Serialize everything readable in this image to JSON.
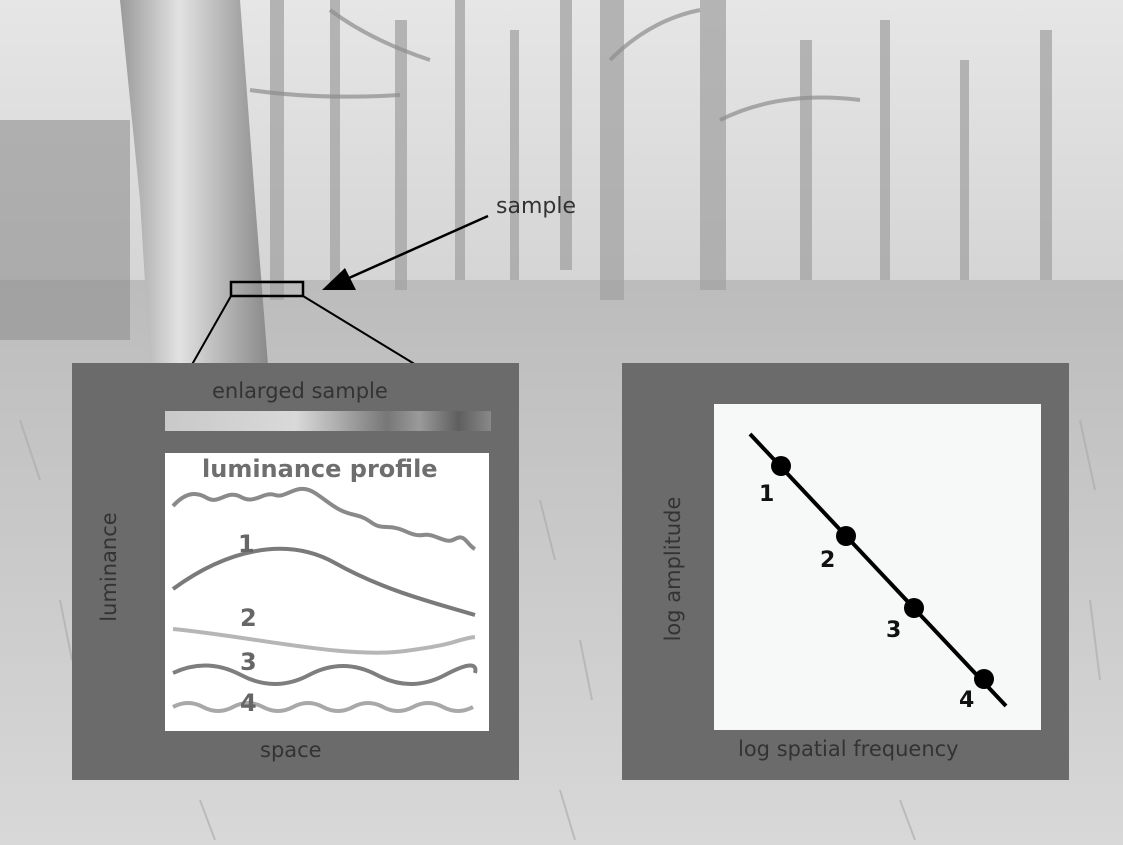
{
  "callout": {
    "label": "sample"
  },
  "left_panel": {
    "header": "enlarged sample",
    "profile_title": "luminance profile",
    "y_label": "luminance",
    "x_label": "space",
    "component_labels": [
      "1",
      "2",
      "3",
      "4"
    ]
  },
  "right_panel": {
    "y_label": "log amplitude",
    "x_label": "log spatial frequency",
    "point_labels": [
      "1",
      "2",
      "3",
      "4"
    ]
  },
  "colors": {
    "panel": "#6b6b6b",
    "profile_bg": "#ffffff",
    "plot_bg": "#f7f8f8",
    "curve_raw": "#8a8a8a",
    "curve_1": "#7a7a7a",
    "curve_2": "#b6b6b6",
    "curve_3": "#7e7e7e",
    "curve_4": "#a8a8a8",
    "line": "#000000"
  }
}
